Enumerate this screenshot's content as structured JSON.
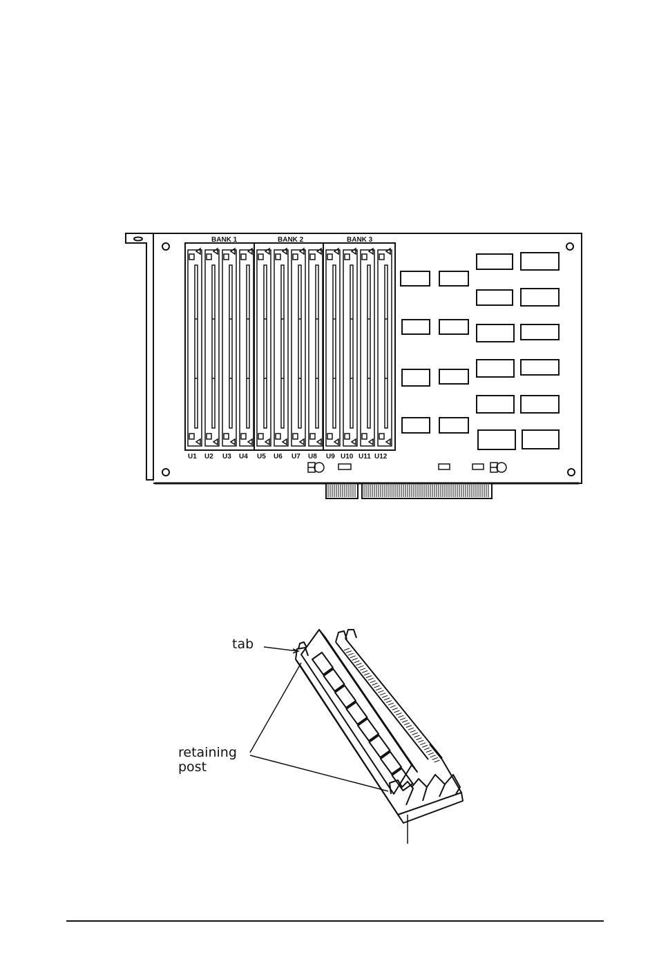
{
  "board": {
    "bank_labels": [
      "BANK 1",
      "BANK 2",
      "BANK 3"
    ],
    "socket_labels": [
      "U1",
      "U2",
      "U3",
      "U4",
      "U5",
      "U6",
      "U7",
      "U8",
      "U9",
      "U10",
      "U11",
      "U12"
    ]
  },
  "simm_figure": {
    "tab_label": "tab",
    "retaining_post_label": "retaining post"
  }
}
